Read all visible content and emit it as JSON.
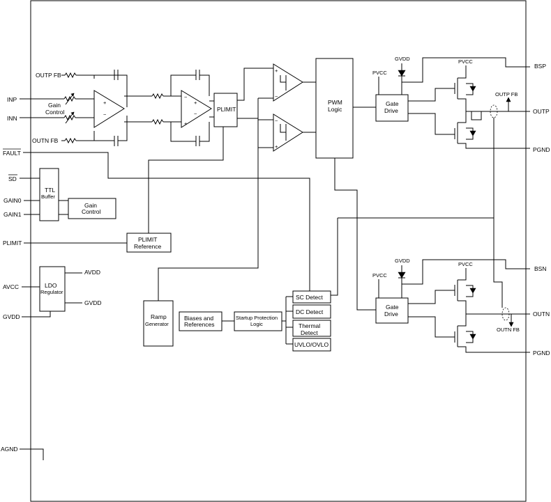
{
  "pins_left": {
    "outp_fb": "OUTP FB",
    "inp": "INP",
    "inn": "INN",
    "outn_fb": "OUTN FB",
    "fault": "FAULT",
    "sd": "SD",
    "gain0": "GAIN0",
    "gain1": "GAIN1",
    "plimit": "PLIMIT",
    "avcc": "AVCC",
    "gvdd": "GVDD",
    "agnd": "AGND"
  },
  "pins_right": {
    "bsp": "BSP",
    "outp": "OUTP",
    "pgnd_top": "PGND",
    "bsn": "BSN",
    "outn": "OUTN",
    "pgnd_bottom": "PGND"
  },
  "blocks": {
    "gain_control_top": [
      "Gain",
      "Control"
    ],
    "plimit": "PLIMIT",
    "pwm_logic": [
      "PWM",
      "Logic"
    ],
    "gate_drive_top": [
      "Gate",
      "Drive"
    ],
    "gate_drive_bottom": [
      "Gate",
      "Drive"
    ],
    "ttl_buffer": [
      "TTL",
      "Buffer"
    ],
    "gain_control_box": [
      "Gain",
      "Control"
    ],
    "plimit_reference": [
      "PLIMIT",
      "Reference"
    ],
    "ldo_regulator": [
      "LDO",
      "Regulator"
    ],
    "ramp_generator": [
      "Ramp",
      "Generator"
    ],
    "biases": [
      "Biases and",
      "References"
    ],
    "startup": [
      "Startup Protection",
      "Logic"
    ],
    "sc_detect": "SC Detect",
    "dc_detect": "DC Detect",
    "thermal_detect": [
      "Thermal",
      "Detect"
    ],
    "uvlo_ovlo": "UVLO/OVLO"
  },
  "internal_labels": {
    "pvcc_gate_top": "PVCC",
    "gvdd_top": "GVDD",
    "pvcc_fet_top": "PVCC",
    "outp_fb_tap": "OUTP FB",
    "pvcc_gate_bottom": "PVCC",
    "gvdd_bottom": "GVDD",
    "pvcc_fet_bottom": "PVCC",
    "outn_fb_tap": "OUTN FB",
    "avdd": "AVDD",
    "gvdd_ldo": "GVDD"
  },
  "amp_signs": {
    "plus": "+",
    "minus": "−"
  }
}
